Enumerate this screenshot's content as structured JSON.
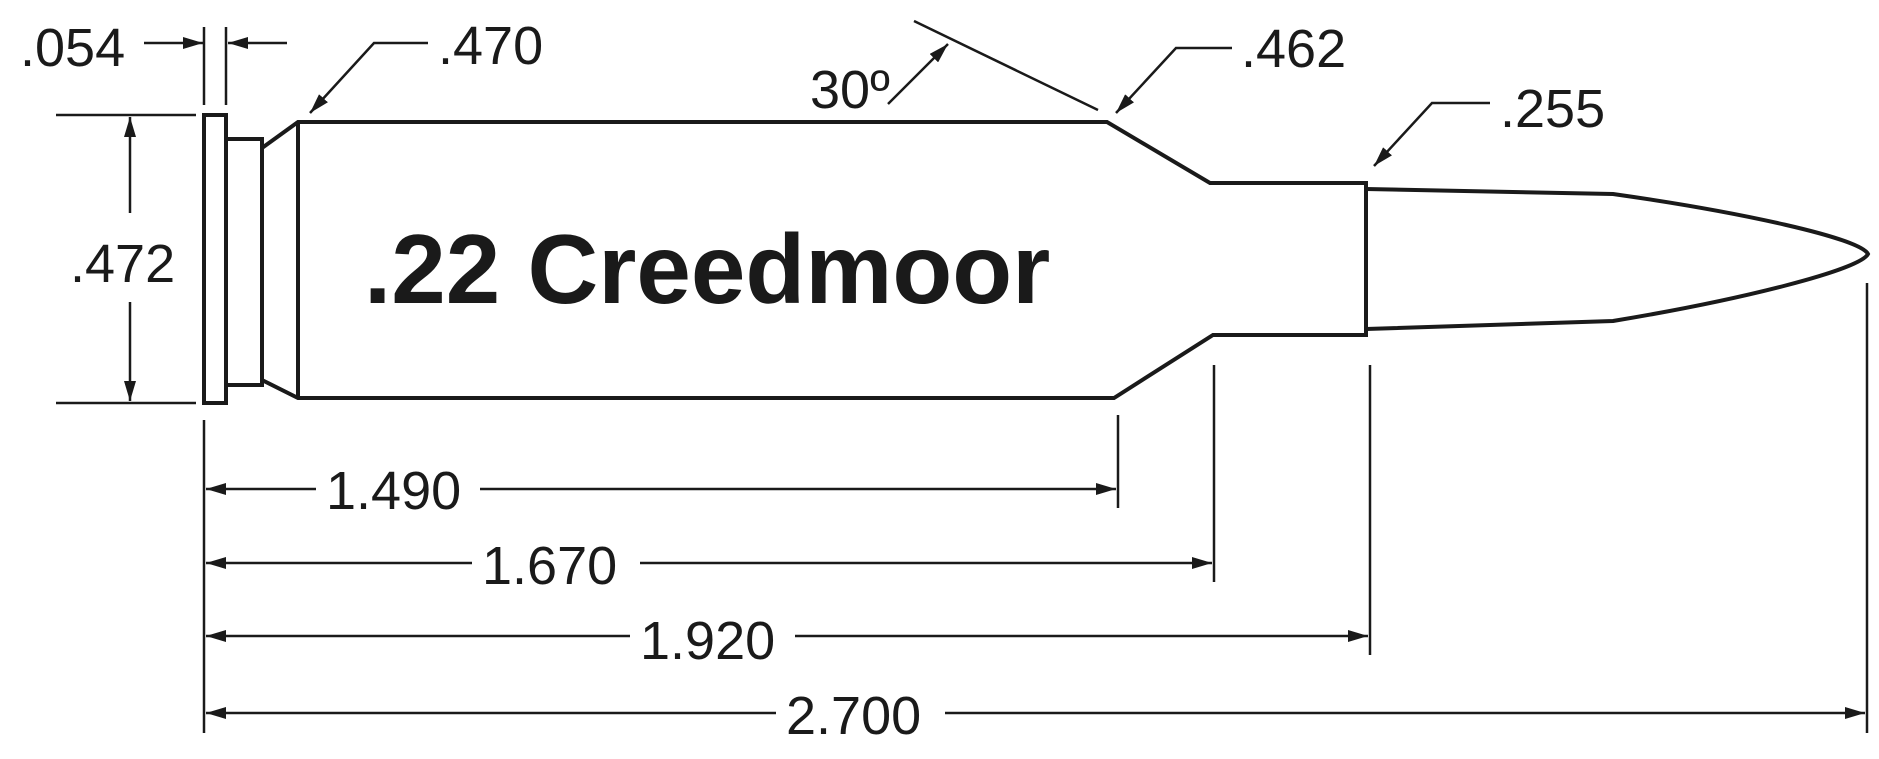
{
  "title": ".22 Creedmoor",
  "dimensions": {
    "rim_thickness": ".054",
    "rim_diameter": ".470",
    "base_diameter": ".472",
    "shoulder_angle": "30º",
    "shoulder_diameter": ".462",
    "neck_diameter": ".255",
    "length_to_shoulder": "1.490",
    "length_to_neck": "1.670",
    "case_length": "1.920",
    "overall_length": "2.700"
  }
}
